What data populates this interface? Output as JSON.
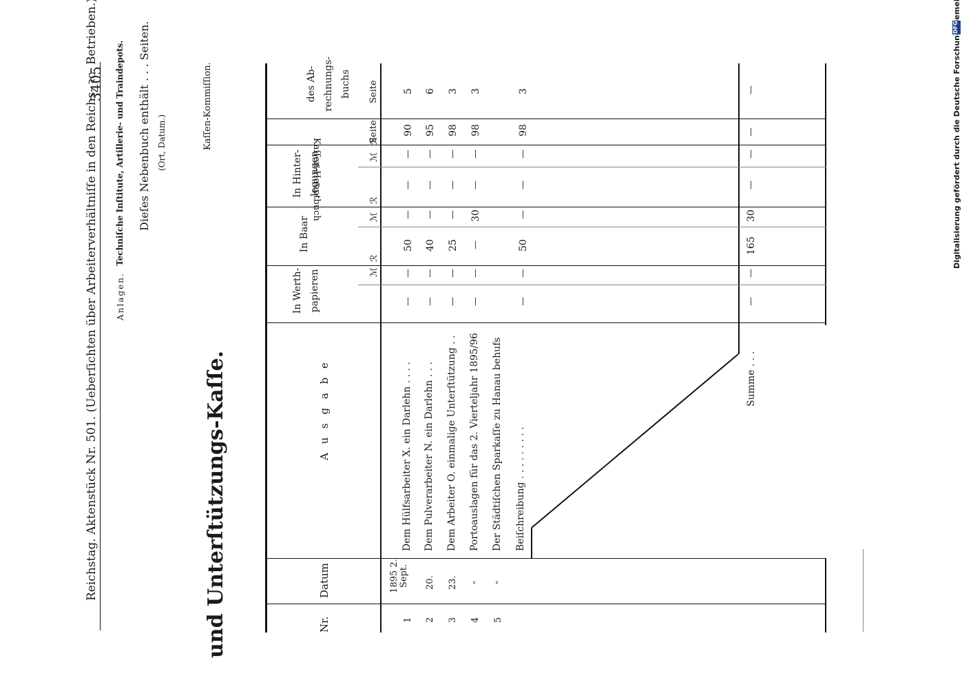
{
  "header": {
    "left_text": "Reichstag. Aktenstück Nr. 501. (Ueberſichten über Arbeiterverhältniſſe in den Reichs- ꝛc. Betrieben.)",
    "page_number": "3405",
    "anlagen_label": "Anlagen.",
    "anlagen_text": "Techniſche Inſtitute, Artillerie- und Traindepots.",
    "nebenbuch_text": "Dieſes Nebenbuch enthält . . . Seiten.",
    "ort_datum": "(Ort, Datum.)",
    "kassen_kommission": "Kaſſen-Kommiſſion."
  },
  "section_title": "und Unterſtützungs-Kaſſe.",
  "table": {
    "headers": {
      "nr": "Nr.",
      "datum": "Datum",
      "ausgabe": "A u s g a b e",
      "wertpapiere_title": "In Werth- papieren",
      "baar_title": "In Baar",
      "hinterlegungen_title": "In Hinter- legungen",
      "kassenhauptbuch_title": "Kaſſen-Hauptbuch",
      "kassenhauptbuch_sub": "Seite",
      "abrechnungsbuch_title": "des Ab- rechnungs- buchs",
      "abrechnungsbuch_sub": "Seite",
      "mark": "ℳ",
      "pfennig": "ℛ"
    },
    "rows": [
      {
        "nr": "1",
        "datum": "1895 2. Sept.",
        "ausgabe": "Dem Hülfsarbeiter X. ein Darlehn . . . .",
        "wp_m": "—",
        "wp_pf": "—",
        "baar_m": "50",
        "baar_pf": "—",
        "hint_m": "—",
        "hint_pf": "—",
        "khb": "90",
        "arb": "5"
      },
      {
        "nr": "2",
        "datum": "20.",
        "ausgabe": "Dem Pulverarbeiter N. ein Darlehn . . .",
        "wp_m": "—",
        "wp_pf": "—",
        "baar_m": "40",
        "baar_pf": "—",
        "hint_m": "—",
        "hint_pf": "—",
        "khb": "95",
        "arb": "6"
      },
      {
        "nr": "3",
        "datum": "23.",
        "ausgabe": "Dem Arbeiter O. einmalige Unterſtützung . .",
        "wp_m": "—",
        "wp_pf": "—",
        "baar_m": "25",
        "baar_pf": "—",
        "hint_m": "—",
        "hint_pf": "—",
        "khb": "98",
        "arb": "3"
      },
      {
        "nr": "4",
        "datum": "\"",
        "ausgabe": "Portoauslagen für das 2. Vierteljahr 1895/96",
        "wp_m": "—",
        "wp_pf": "—",
        "baar_m": "—",
        "baar_pf": "30",
        "hint_m": "—",
        "hint_pf": "—",
        "khb": "98",
        "arb": "3"
      },
      {
        "nr": "5",
        "datum": "\"",
        "ausgabe": "Der Städtiſchen Sparkaſſe zu Hanau behufs",
        "ausgabe2": "Beiſchreibung . . . . . . . . .",
        "wp_m": "—",
        "wp_pf": "—",
        "baar_m": "50",
        "baar_pf": "—",
        "hint_m": "—",
        "hint_pf": "—",
        "khb": "98",
        "arb": "3"
      }
    ],
    "summe": {
      "label": "Summe . . .",
      "wp_m": "—",
      "wp_pf": "—",
      "baar_m": "165",
      "baar_pf": "30",
      "hint_m": "—",
      "hint_pf": "—",
      "khb": "—",
      "arb": "—"
    }
  },
  "sidebar": {
    "credit": "Digitalisierung gefördert durch die Deutsche Forschungsgemeinschaft •",
    "badge": "DFG"
  }
}
